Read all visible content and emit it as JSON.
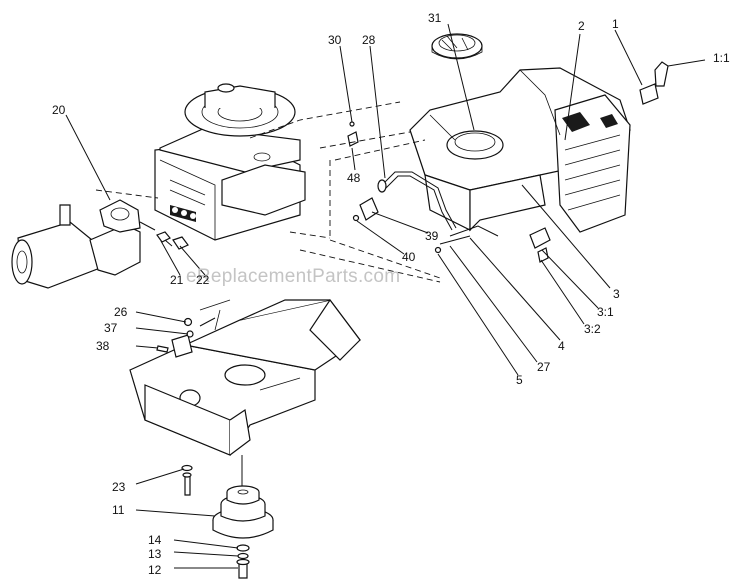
{
  "watermark": "eReplacementParts.com",
  "callouts": [
    {
      "id": "c-1",
      "text": "1"
    },
    {
      "id": "c-1-1",
      "text": "1:1"
    },
    {
      "id": "c-2",
      "text": "2"
    },
    {
      "id": "c-31",
      "text": "31"
    },
    {
      "id": "c-30",
      "text": "30"
    },
    {
      "id": "c-28",
      "text": "28"
    },
    {
      "id": "c-20",
      "text": "20"
    },
    {
      "id": "c-48",
      "text": "48"
    },
    {
      "id": "c-39",
      "text": "39"
    },
    {
      "id": "c-40",
      "text": "40"
    },
    {
      "id": "c-21",
      "text": "21"
    },
    {
      "id": "c-22",
      "text": "22"
    },
    {
      "id": "c-3",
      "text": "3"
    },
    {
      "id": "c-3-1",
      "text": "3:1"
    },
    {
      "id": "c-3-2",
      "text": "3:2"
    },
    {
      "id": "c-4",
      "text": "4"
    },
    {
      "id": "c-27",
      "text": "27"
    },
    {
      "id": "c-5",
      "text": "5"
    },
    {
      "id": "c-26",
      "text": "26"
    },
    {
      "id": "c-37",
      "text": "37"
    },
    {
      "id": "c-38",
      "text": "38"
    },
    {
      "id": "c-23",
      "text": "23"
    },
    {
      "id": "c-11",
      "text": "11"
    },
    {
      "id": "c-14",
      "text": "14"
    },
    {
      "id": "c-13",
      "text": "13"
    },
    {
      "id": "c-12",
      "text": "12"
    }
  ]
}
